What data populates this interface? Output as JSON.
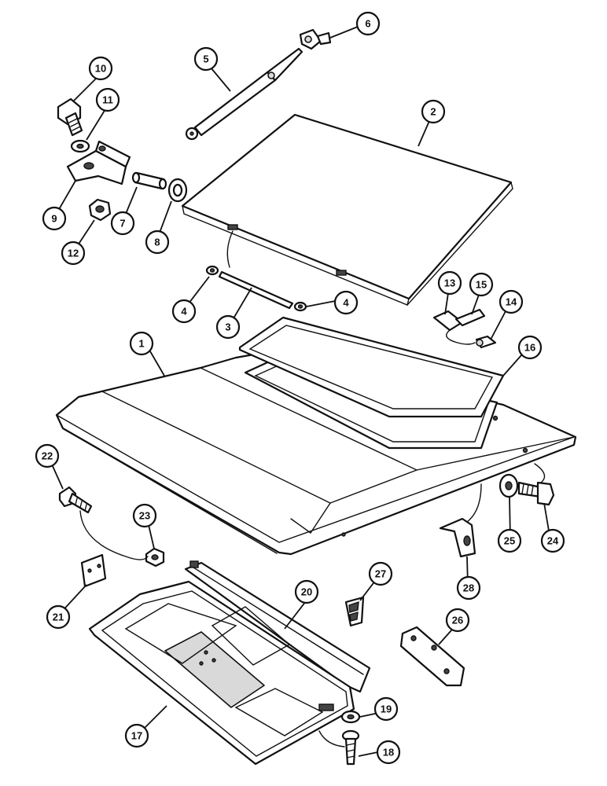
{
  "callouts": {
    "c1": "1",
    "c2": "2",
    "c3": "3",
    "c4a": "4",
    "c4b": "4",
    "c5": "5",
    "c6": "6",
    "c7": "7",
    "c8": "8",
    "c9": "9",
    "c10": "10",
    "c11": "11",
    "c12": "12",
    "c13": "13",
    "c14": "14",
    "c15": "15",
    "c16": "16",
    "c17": "17",
    "c18": "18",
    "c19": "19",
    "c20": "20",
    "c21": "21",
    "c22": "22",
    "c23": "23",
    "c24": "24",
    "c25": "25",
    "c26": "26",
    "c27": "27",
    "c28": "28"
  }
}
